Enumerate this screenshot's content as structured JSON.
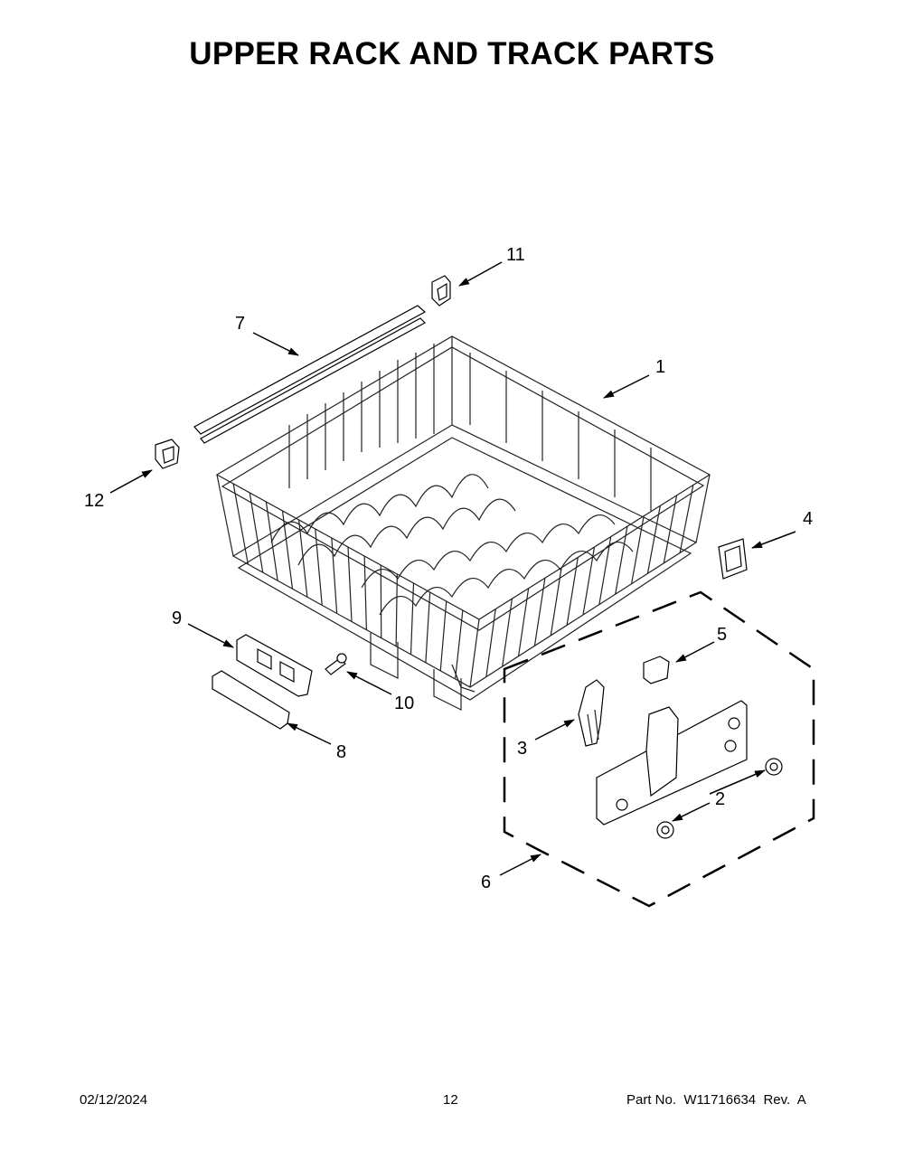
{
  "title": "UPPER RACK AND TRACK PARTS",
  "callouts": {
    "c1": "1",
    "c2": "2",
    "c3": "3",
    "c4": "4",
    "c5": "5",
    "c6": "6",
    "c7": "7",
    "c8": "8",
    "c9": "9",
    "c10": "10",
    "c11": "11",
    "c12": "12"
  },
  "footer": {
    "date": "02/12/2024",
    "page": "12",
    "part_no": "Part No.  W11716634  Rev.  A"
  }
}
